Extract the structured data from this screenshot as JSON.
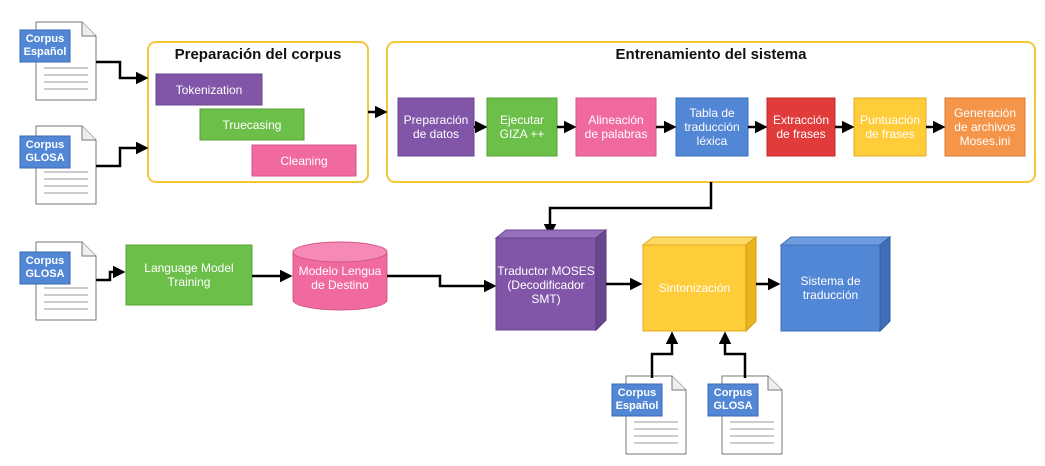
{
  "corpus_prep": {
    "title": "Preparación del corpus",
    "steps": [
      "Tokenization",
      "Truecasing",
      "Cleaning"
    ]
  },
  "training": {
    "title": "Entrenamiento del sistema",
    "steps": [
      "Preparación\nde datos",
      "Ejecutar\nGIZA ++",
      "Alineación\nde palabras",
      "Tabla de\ntraducción\nléxica",
      "Extracción\nde frases",
      "Puntuación\nde frases",
      "Generación\nde archivos\nMoses.ini"
    ]
  },
  "docs": {
    "espanol_top": "Corpus\nEspañol",
    "glosa_top": "Corpus\nGLOSA",
    "glosa_mid": "Corpus\nGLOSA",
    "espanol_bottom": "Corpus\nEspañol",
    "glosa_bottom": "Corpus\nGLOSA"
  },
  "lm_training": "Language Model\nTraining",
  "target_lm": "Modelo Lengua\nde Destino",
  "moses": "Traductor MOSES\n(Decodificador\nSMT)",
  "tuning": "Sintonización",
  "system": "Sistema de\ntraducción",
  "colors": {
    "purple": "#8155a8",
    "green": "#6cc04a",
    "pink": "#f06a9f",
    "blue": "#5287d6",
    "red": "#e23b3b",
    "yellow": "#ffcc3a",
    "orange": "#f5954a",
    "container": "#f5c53a"
  }
}
